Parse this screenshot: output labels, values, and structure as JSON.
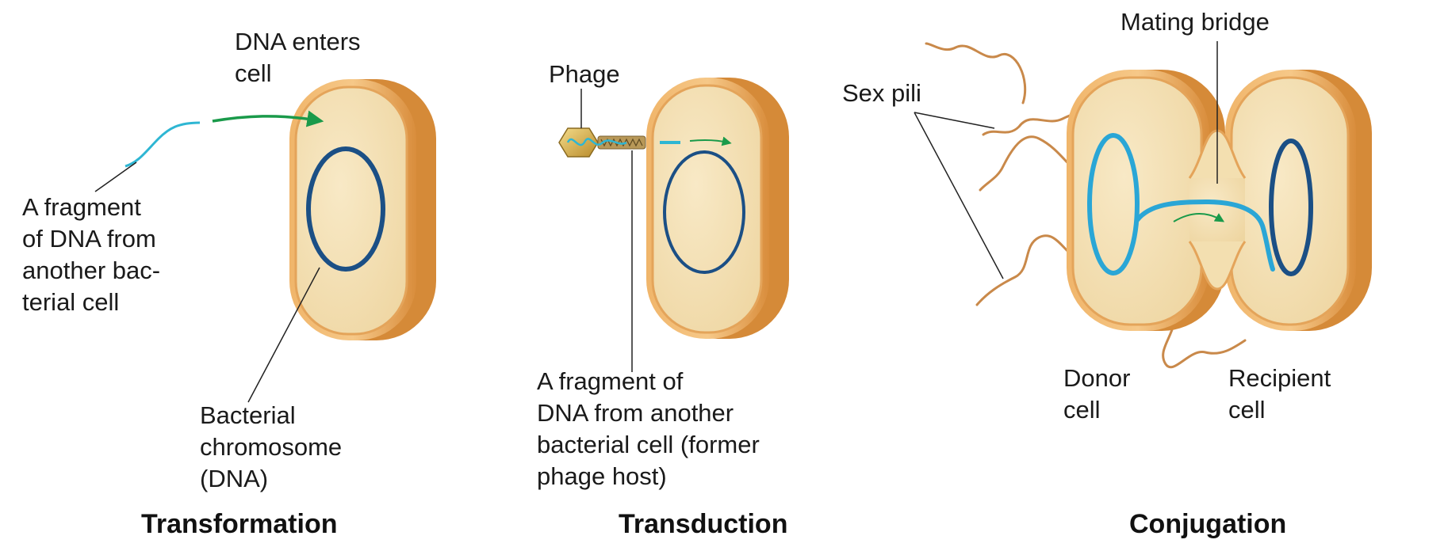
{
  "panels": {
    "transformation": {
      "title": "Transformation",
      "dna_enters_label": "DNA enters\ncell",
      "fragment_label": "A fragment\nof DNA from\nanother bac-\nterial cell",
      "chromosome_label": "Bacterial\nchromosome\n(DNA)"
    },
    "transduction": {
      "title": "Transduction",
      "phage_label": "Phage",
      "fragment_label": "A fragment of\nDNA from another\nbacterial cell (former\nphage host)"
    },
    "conjugation": {
      "title": "Conjugation",
      "mating_bridge_label": "Mating bridge",
      "sex_pili_label": "Sex pili",
      "donor_label": "Donor\ncell",
      "recipient_label": "Recipient\ncell"
    }
  },
  "colors": {
    "cell_fill": "#f3dfb0",
    "cell_rim": "#e8a856",
    "cell_rim_dark": "#c97e2e",
    "chromosome": "#1b4f85",
    "donor_dna": "#2aa6d6",
    "dna_fragment": "#2eb6d3",
    "arrow_green": "#1a9a4a",
    "pili": "#c9894a",
    "leader": "#222222"
  }
}
